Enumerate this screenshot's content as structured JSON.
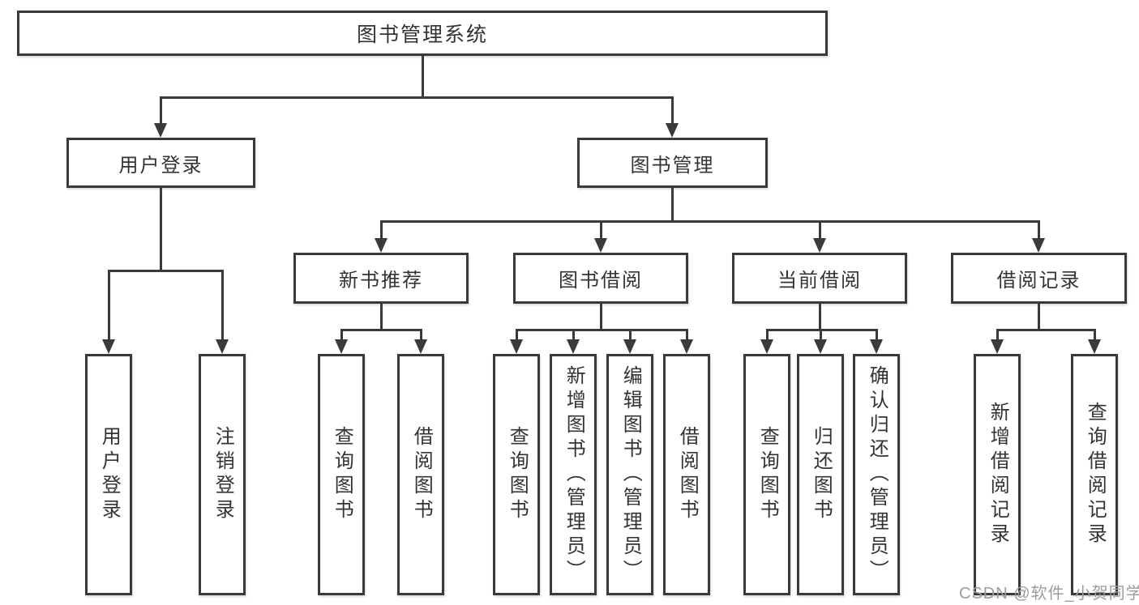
{
  "nodes": {
    "root": "图书管理系统",
    "user_login": "用户登录",
    "book_mgmt": "图书管理",
    "new_book_rec": "新书推荐",
    "book_borrow": "图书借阅",
    "current_borrow": "当前借阅",
    "borrow_records": "借阅记录",
    "leaf_user_login": "用户登录",
    "leaf_logout": "注销登录",
    "leaf_rec_query": "查询图书",
    "leaf_rec_borrow": "借阅图书",
    "leaf_bb_query": "查询图书",
    "leaf_bb_add": "新增图书（管理员）",
    "leaf_bb_edit": "编辑图书（管理员）",
    "leaf_bb_borrow": "借阅图书",
    "leaf_cb_query": "查询图书",
    "leaf_cb_return": "归还图书",
    "leaf_cb_confirm": "确认归还（管理员）",
    "leaf_br_add": "新增借阅记录",
    "leaf_br_query": "查询借阅记录"
  },
  "watermark": "CSDN @软件_小贺同学",
  "colors": {
    "line": "#3a3a3a",
    "text": "#333333",
    "watermark": "#9c9c9c",
    "background": "#ffffff"
  }
}
